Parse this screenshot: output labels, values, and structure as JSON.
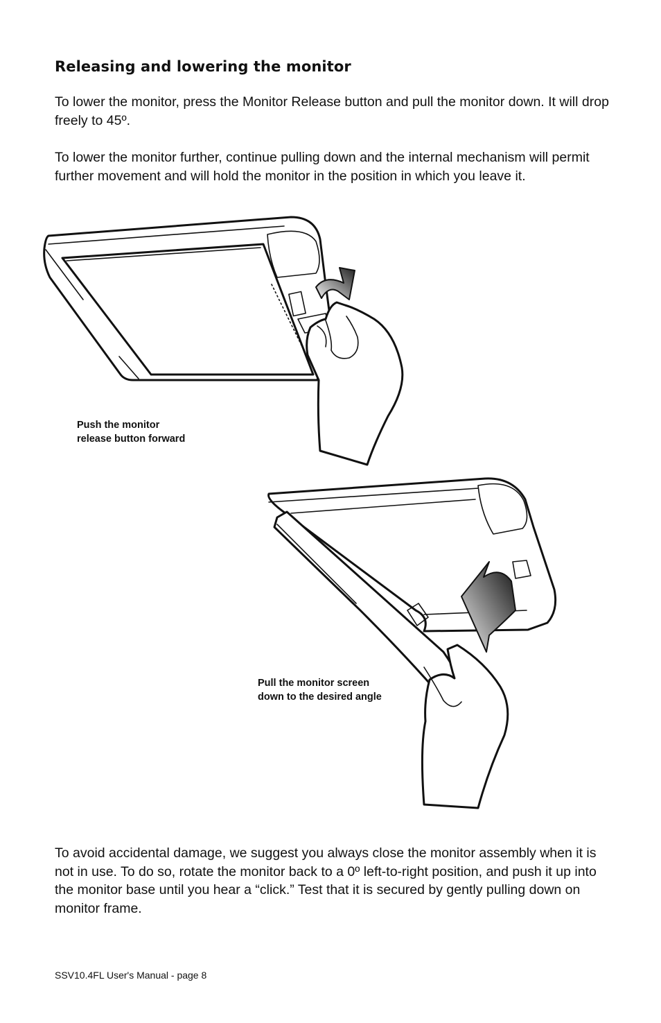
{
  "section": {
    "title": "Releasing and lowering the monitor"
  },
  "paragraphs": {
    "lower": "To lower the monitor, press the Monitor Release button and pull the monitor down. It will drop freely to 45º.",
    "further": "To lower the monitor further, continue pulling down and the internal mechanism will permit further movement and will hold the monitor in the position in which you leave it.",
    "close": "To avoid accidental damage, we suggest you always close the monitor assembly when it is not in use. To do so, rotate the monitor back to a 0º left-to-right position, and push it up into the monitor base until you hear a “click.”  Test that it is secured by gently pulling down on monitor frame."
  },
  "figures": {
    "release": {
      "caption_line1": "Push the monitor",
      "caption_line2": "release button forward"
    },
    "lower": {
      "caption_line1": "Pull the monitor screen",
      "caption_line2": "down to the desired angle"
    }
  },
  "footer": {
    "text": "SSV10.4FL User's Manual - page 8"
  }
}
